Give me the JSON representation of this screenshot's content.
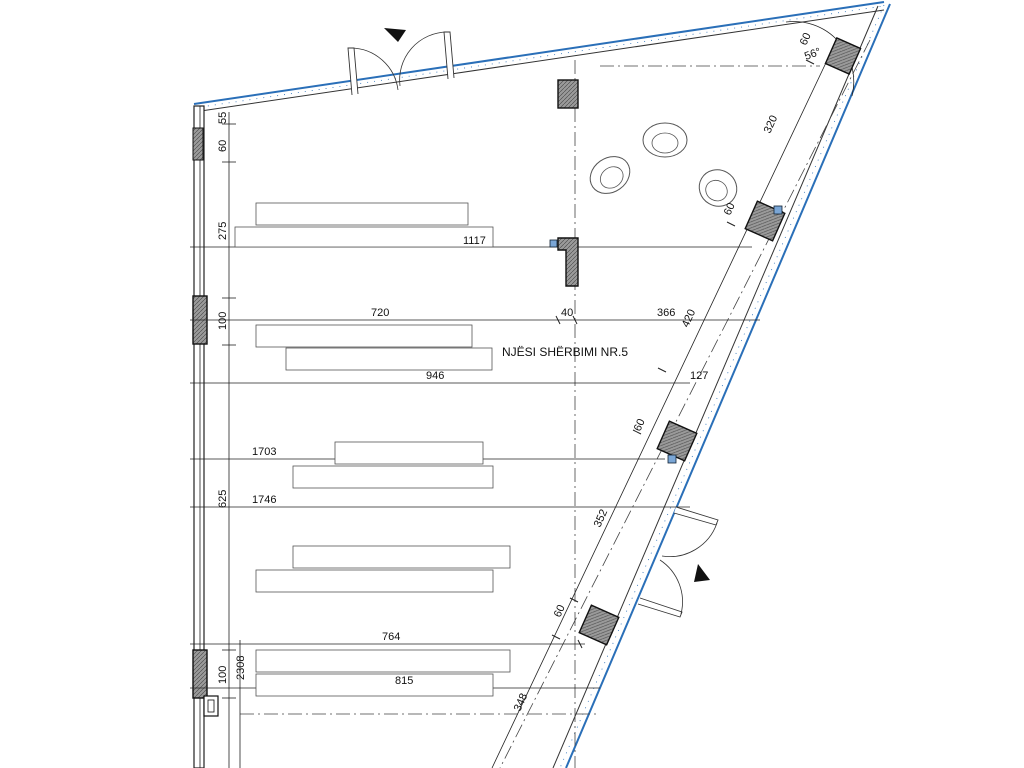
{
  "room_label": "NJËSI SHËRBIMI NR.5",
  "dimensions": {
    "left_vertical": [
      "55",
      "60",
      "275",
      "100",
      "625",
      "100",
      "2308"
    ],
    "horizontal": [
      "1117",
      "720",
      "40",
      "366",
      "946",
      "127",
      "1703",
      "1746",
      "764",
      "815"
    ],
    "diagonal": [
      "60",
      "320",
      "60",
      "420",
      "60",
      "352",
      "60",
      "348"
    ],
    "angles": [
      "60",
      "56°"
    ]
  },
  "colors": {
    "glazing": "#2a6fb8",
    "column_fill": "#8a8a8a",
    "line": "#222222"
  }
}
